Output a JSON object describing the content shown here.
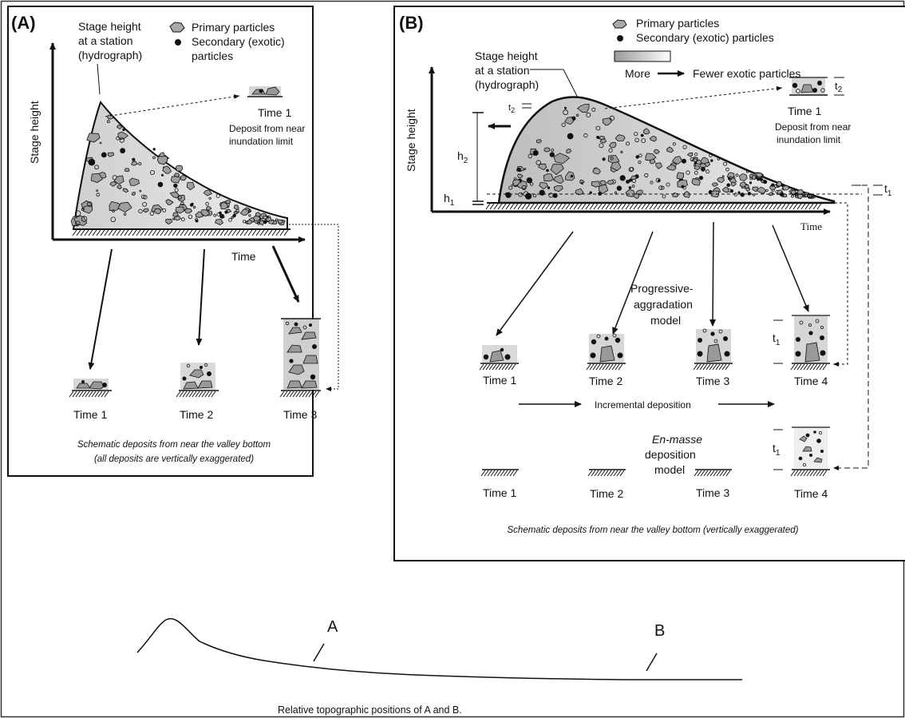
{
  "panel_a": {
    "label": "(A)",
    "legend_primary": "Primary particles",
    "legend_secondary_1": "Secondary (exotic)",
    "legend_secondary_2": "particles",
    "stage_note_1": "Stage height",
    "stage_note_2": "at a station",
    "stage_note_3": "(hydrograph)",
    "y_axis": "Stage height",
    "x_axis": "Time",
    "inset_time": "Time 1",
    "inset_note_1": "Deposit from near",
    "inset_note_2": "inundation limit",
    "times": [
      "Time 1",
      "Time 2",
      "Time 3"
    ],
    "caption_1": "Schematic deposits from near the valley bottom",
    "caption_2": "(all deposits are vertically exaggerated)"
  },
  "panel_b": {
    "label": "(B)",
    "legend_primary": "Primary particles",
    "legend_secondary": "Secondary (exotic) particles",
    "gradient_more": "More",
    "gradient_fewer": "Fewer exotic particles",
    "stage_note_1": "Stage height",
    "stage_note_2": "at a station",
    "stage_note_3": "(hydrograph)",
    "y_axis": "Stage height",
    "x_axis": "Time",
    "h1": "h",
    "h1_sub": "1",
    "h2": "h",
    "h2_sub": "2",
    "t2_left": "t",
    "t2_left_sub": "2",
    "t2_right": "t",
    "t2_right_sub": "2",
    "t1_right": "t",
    "t1_right_sub": "1",
    "inset_time": "Time 1",
    "inset_note_1": "Deposit from near",
    "inset_note_2": "inundation limit",
    "model_1_a": "Progressive-",
    "model_1_b": "aggradation",
    "model_1_c": "model",
    "times_row1": [
      "Time 1",
      "Time 2",
      "Time 3",
      "Time 4"
    ],
    "incremental": "Incremental deposition",
    "t1_row1": "t",
    "t1_row1_sub": "1",
    "model_2_a": "En-masse",
    "model_2_b": "deposition",
    "model_2_c": "model",
    "t1_row2": "t",
    "t1_row2_sub": "1",
    "times_row2": [
      "Time 1",
      "Time 2",
      "Time 3",
      "Time 4"
    ],
    "caption": "Schematic deposits from near the valley bottom (vertically exaggerated)"
  },
  "topo": {
    "label_a": "A",
    "label_b": "B",
    "caption": "Relative topographic positions of A and B."
  }
}
